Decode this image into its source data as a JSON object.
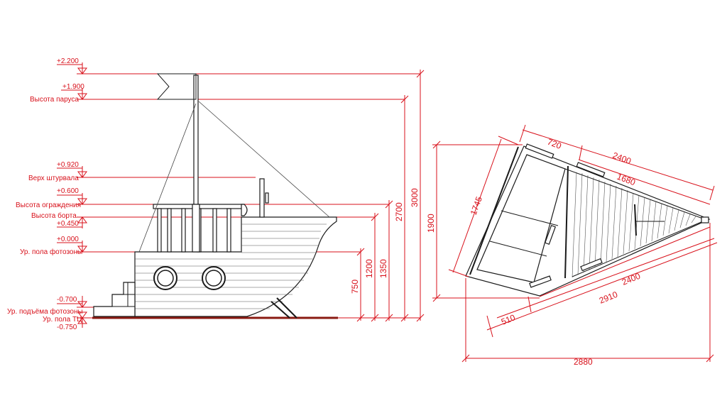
{
  "colors": {
    "dimension": "#d8111b",
    "outline": "#1a1a1a",
    "background": "#ffffff"
  },
  "levels": {
    "plus_2200": "+2.200",
    "plus_1900": "+1.900",
    "sail_height": "Высота паруса",
    "plus_0920": "+0.920",
    "helm_top": "Верх штурвала",
    "plus_0600": "+0.600",
    "railing_height": "Высота ограждения",
    "board_height": "Высота борта",
    "plus_0450": "+0.450",
    "plus_0000": "+0.000",
    "photozone_floor": "Ур. пола фотозоны",
    "minus_0700": "-0.700",
    "photozone_rise": "Ур. подъёма фотозоны",
    "floor_tc": "Ур. пола ТЦ",
    "minus_0750": "-0.750"
  },
  "side_dims": {
    "d750": "750",
    "d1200": "1200",
    "d1350": "1350",
    "d2700": "2700",
    "d3000": "3000"
  },
  "plan_dims": {
    "d720": "720",
    "d2400_top": "2400",
    "d1680": "1680",
    "d1745": "1745",
    "d1900": "1900",
    "d2400_bottom": "2400",
    "d2910": "2910",
    "d510": "510",
    "d2880": "2880"
  }
}
